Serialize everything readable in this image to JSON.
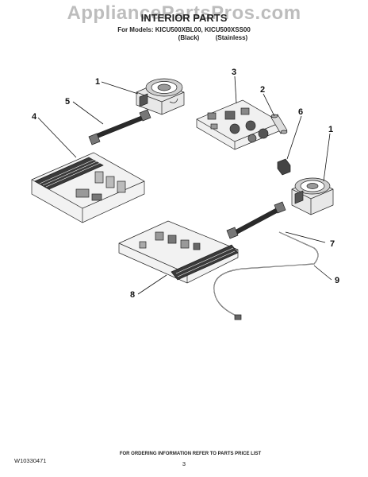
{
  "watermark": "AppliancePartsPros.com",
  "title": "INTERIOR PARTS",
  "models_line": "For Models: KICU500XBL00, KICU500XSS00",
  "color_black": "(Black)",
  "color_stainless": "(Stainless)",
  "callouts": [
    "1",
    "5",
    "4",
    "3",
    "2",
    "6",
    "1",
    "7",
    "8",
    "9"
  ],
  "footer": {
    "doc_number": "W10330471",
    "note": "FOR ORDERING INFORMATION REFER TO PARTS PRICE LIST",
    "page": "3"
  }
}
